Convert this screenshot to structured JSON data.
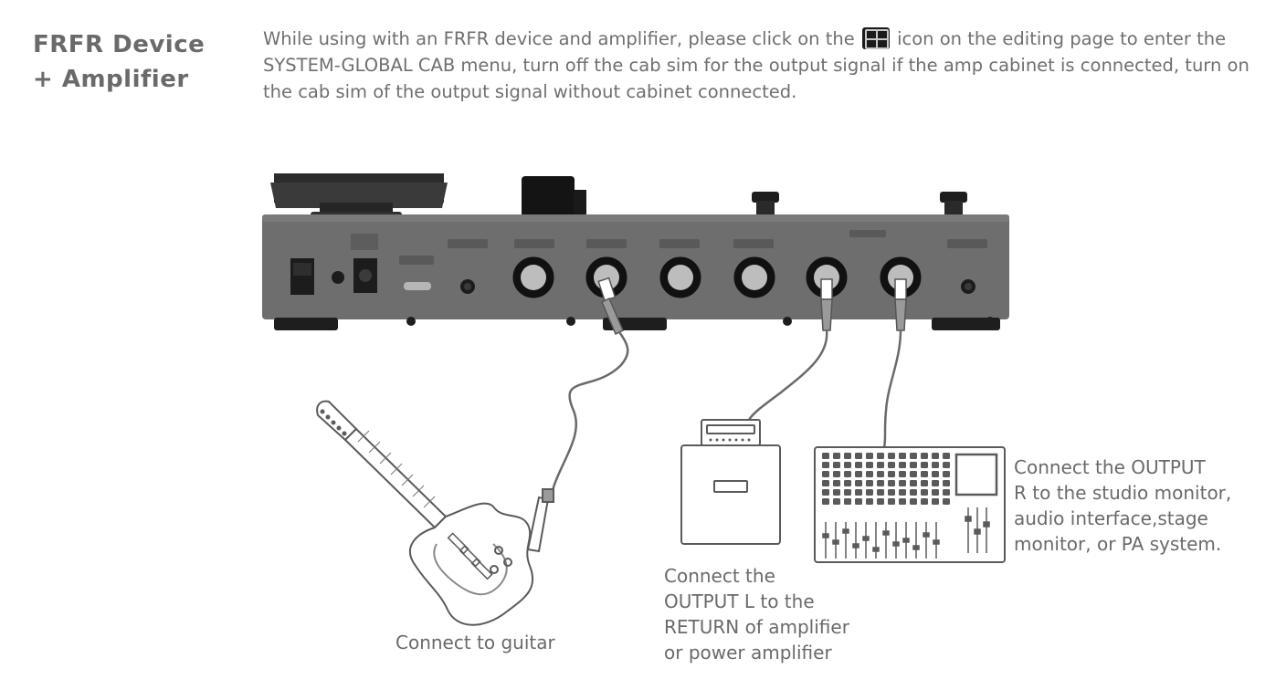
{
  "heading": "FRFR Device + Amplifier",
  "intro": {
    "before_icon": "While using with an FRFR device and amplifier, please click on the",
    "after_icon": "icon on the editing page to enter the SYSTEM-GLOBAL CAB menu, turn off the cab sim for the output signal if the amp cabinet is connected, turn on the cab sim of the output signal without cabinet connected."
  },
  "icons": {
    "inline": "grid-four-squares-icon",
    "pedal": "multi-effects-pedal-rear-panel",
    "guitar": "electric-guitar-icon",
    "amp": "amplifier-cabinet-icon",
    "mixer": "mixing-console-icon"
  },
  "captions": {
    "guitar": "Connect to guitar",
    "amp": [
      "Connect the",
      "OUTPUT L to the",
      "RETURN of amplifier",
      "or power amplifier"
    ],
    "mixer": [
      "Connect the OUTPUT",
      "R to the studio monitor,",
      "audio interface,stage",
      "monitor, or PA system."
    ]
  },
  "colors": {
    "pedal_body": "#6b6b6b",
    "pedal_dark": "#2a2a2a",
    "outline": "#5a5a5a",
    "text": "#6a6a6a"
  }
}
